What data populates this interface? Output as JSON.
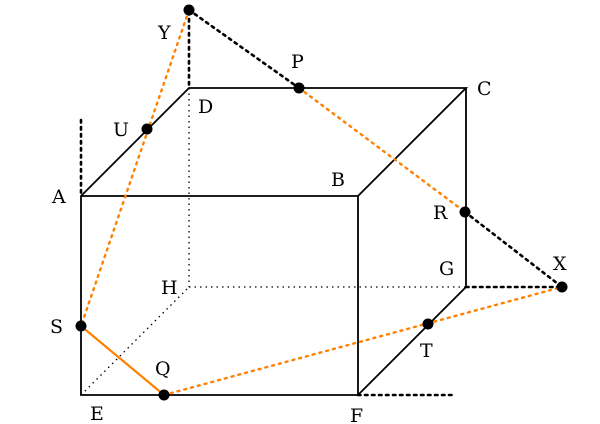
{
  "colors": {
    "accent": "#ff8000",
    "line": "#000000"
  },
  "vertices": {
    "A": "A",
    "B": "B",
    "C": "C",
    "D": "D",
    "E": "E",
    "F": "F",
    "G": "G",
    "H": "H"
  },
  "points": {
    "P": "P",
    "Q": "Q",
    "R": "R",
    "S": "S",
    "T": "T",
    "U": "U",
    "X": "X",
    "Y": "Y"
  }
}
